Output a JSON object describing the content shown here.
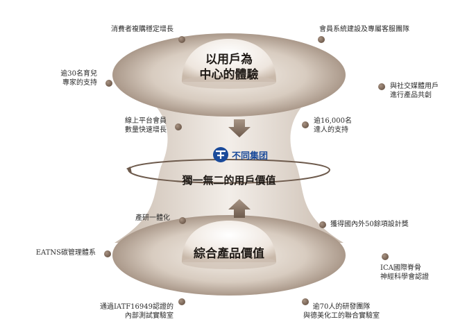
{
  "top_dome": {
    "line1": "以用戶為",
    "line2": "中心的體驗"
  },
  "center": {
    "brand": "不同集团",
    "value": "獨一無二的用戶價值"
  },
  "bottom_dome": {
    "title": "綜合產品價值"
  },
  "labels": {
    "repeat_purchase": "消費者複購穩定增長",
    "member_service": "會員系統建設及專屬客服團隊",
    "parenting_experts": "逾30名育兒\n專家的支持",
    "social_media": "與社交媒體用戶\n進行產品共創",
    "online_members": "線上平台會員\n數量快速增長",
    "influencers": "逾16,000名\n達人的支持",
    "rnd_integration": "產研一體化",
    "design_awards": "獲得國內外50餘項設計獎",
    "eatns": "EATNS碳管理體系",
    "ica": "ICA國際脊骨\n神經科學會認證",
    "iatf": "通過IATF16949認證的\n內部測試實驗室",
    "rnd_team": "逾70人的研發團隊\n與德美化工的聯合實驗室"
  },
  "colors": {
    "brand_blue": "#1a4a9a",
    "taupe_dark": "#6e5a4c",
    "taupe_light": "#e9e1d9"
  }
}
